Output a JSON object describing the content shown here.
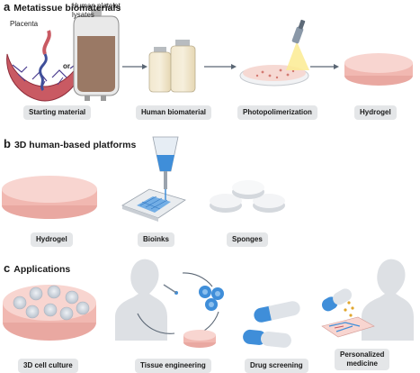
{
  "sections": {
    "a": {
      "letter": "a",
      "title": "Metatissue biomaterials"
    },
    "b": {
      "letter": "b",
      "title": "3D human-based platforms"
    },
    "c": {
      "letter": "c",
      "title": "Applications"
    }
  },
  "panel_a": {
    "placenta_label": "Placenta",
    "hpl_label_1": "Human platelet",
    "hpl_label_2": "lysates",
    "or_label": "or",
    "steps": [
      "Starting material",
      "Human biomaterial",
      "Photopolimerization",
      "Hydrogel"
    ]
  },
  "panel_b": {
    "items": [
      "Hydrogel",
      "Bioinks",
      "Sponges"
    ]
  },
  "panel_c": {
    "items": [
      "3D cell culture",
      "Tissue engineering",
      "Drug screening"
    ],
    "personalized_1": "Personalized",
    "personalized_2": "medicine"
  },
  "colors": {
    "pink": "#f4c7c3",
    "pink_dark": "#e3a39d",
    "blue": "#3f8ed9",
    "tag_bg": "#e4e6e8",
    "body_grey": "#dde0e4"
  }
}
